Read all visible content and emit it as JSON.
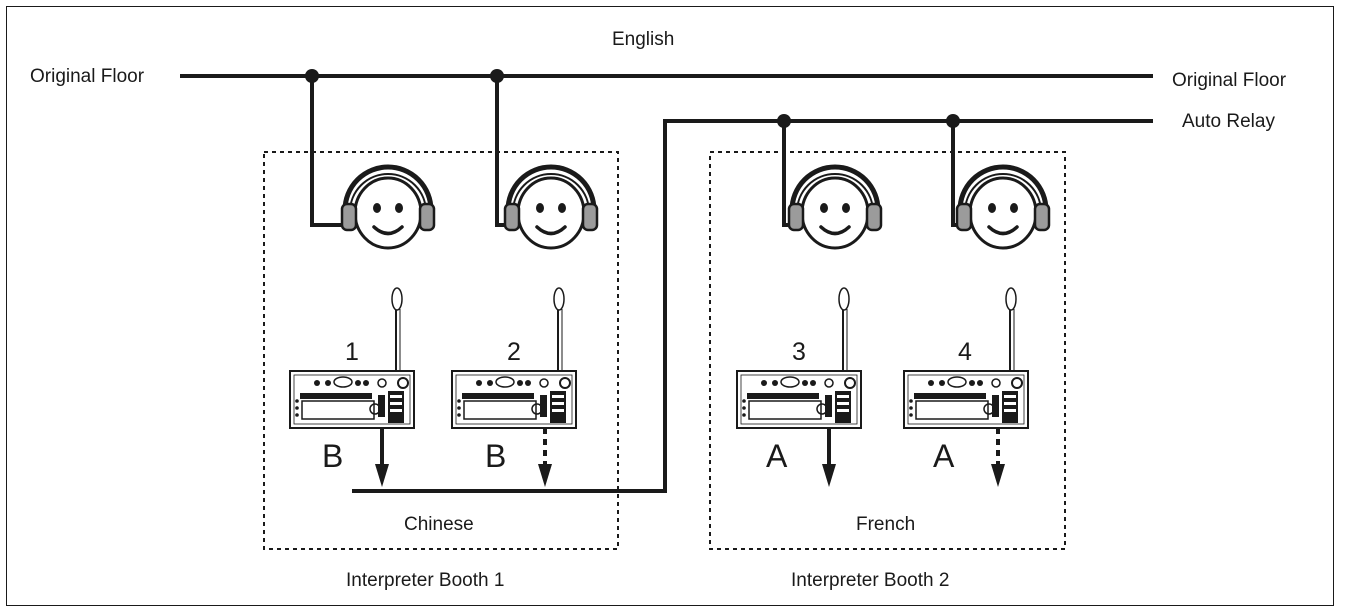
{
  "top_label": "English",
  "original_floor_left": "Original Floor",
  "original_floor_right": "Original Floor",
  "auto_relay": "Auto Relay",
  "booths": [
    {
      "language": "Chinese",
      "caption": "Interpreter Booth 1",
      "units": [
        {
          "number": "1",
          "channel": "B",
          "output": "solid"
        },
        {
          "number": "2",
          "channel": "B",
          "output": "dashed"
        }
      ]
    },
    {
      "language": "French",
      "caption": "Interpreter Booth 2",
      "units": [
        {
          "number": "3",
          "channel": "A",
          "output": "solid"
        },
        {
          "number": "4",
          "channel": "A",
          "output": "dashed"
        }
      ]
    }
  ]
}
